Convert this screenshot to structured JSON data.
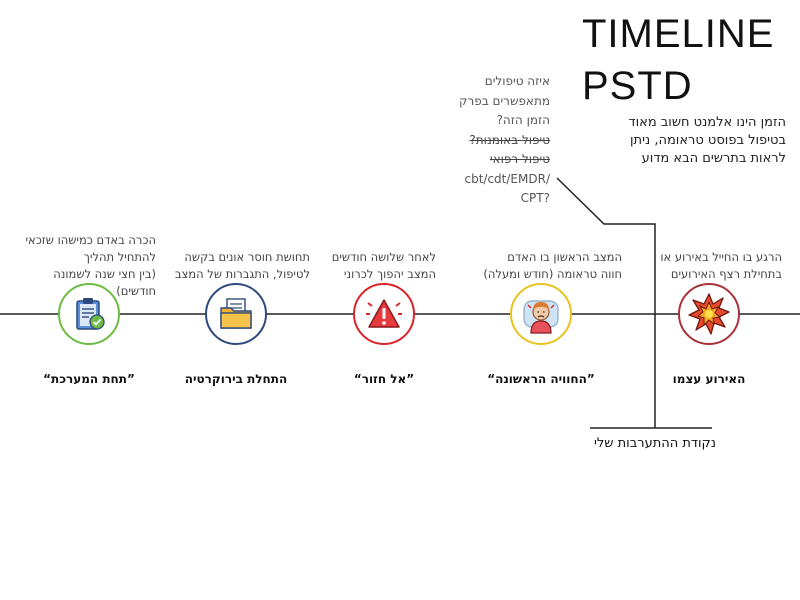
{
  "title": {
    "line1": "TIMELINE",
    "line2": "PSTD"
  },
  "intro": {
    "line1": "הזמן הינו אלמנט חשוב מאוד",
    "line2": "בטיפול בפוסט טראומה, ניתן",
    "line3": "לראות בתרשים הבא מדוע"
  },
  "questions": {
    "line1": "איזה טיפולים",
    "line2": "מתאפשרים בפרק",
    "line3": "הזמן הזה?",
    "struck1": "טיפול באומנות?",
    "struck2": "טיפול רפואי",
    "line6": "/cbt/cdt/EMDR",
    "line7": "?CPT"
  },
  "callout": "נקודת ההתערבות שלי",
  "colors": {
    "line": "#222222",
    "green": "#6dbb45",
    "navy": "#2e4a7d",
    "red": "#d9252a",
    "yellow": "#e8c21e",
    "burgundy": "#a8323a"
  },
  "stages": [
    {
      "label": "”תחת המערכת“",
      "desc1": "הכרה באדם כמישהו שזכאי",
      "desc2": "להתחיל תהליך",
      "desc3": "(בין חצי שנה לשמונה חודשים)",
      "icon": "clipboard-check-icon"
    },
    {
      "label": "התחלת בירוקרטיה",
      "desc1": "תחושת חוסר אונים בקשה",
      "desc2": "לטיפול, התגברות של המצב",
      "icon": "folder-icon"
    },
    {
      "label": "”אל חזור“",
      "desc1": "לאחר שלושה חודשים",
      "desc2": "המצב יהפוך לכרוני",
      "icon": "warning-icon"
    },
    {
      "label": "”החוויה הראשונה“",
      "desc1": "המצב הראשון בו האדם",
      "desc2": "חווה טראומה (חודש ומעלה)",
      "icon": "distressed-person-icon"
    },
    {
      "label": "האירוע עצמו",
      "desc1": "הרגע בו החייל באירוע או",
      "desc2": "בתחילת רצף האירועים",
      "icon": "explosion-icon"
    }
  ]
}
